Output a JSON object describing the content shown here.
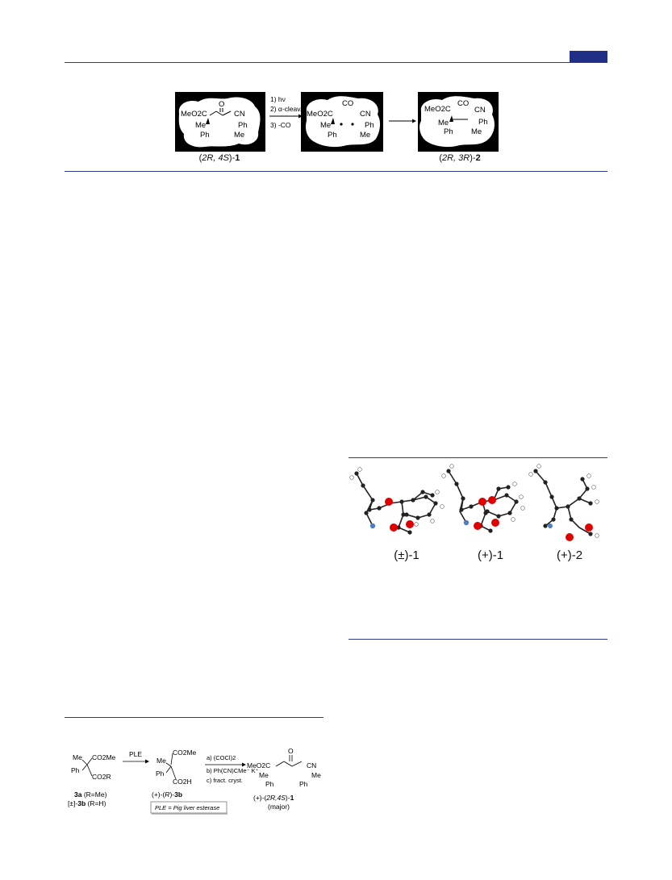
{
  "top_scheme": {
    "panel1": {
      "lines": [
        "MeO2C",
        "O",
        "CN",
        "Me",
        "Ph",
        "Ph",
        "Me"
      ]
    },
    "steps": [
      "1) hν",
      "2) α-cleav.",
      "3) -CO"
    ],
    "panel2": {
      "lines": [
        "CO",
        "MeO2C",
        "CN",
        "Me",
        "Ph",
        "Ph",
        "Me"
      ]
    },
    "panel3": {
      "lines": [
        "CO",
        "MeO2C",
        "CN",
        "Me",
        "Ph",
        "Ph",
        "Me"
      ]
    },
    "label1": {
      "pre": "(",
      "cfg": "2R, 4S",
      "post": ")-",
      "num": "1"
    },
    "label3": {
      "pre": "(",
      "cfg": "2R, 3R",
      "post": ")-",
      "num": "2"
    }
  },
  "xray": {
    "captions": [
      "(±)-1",
      "(+)-1",
      "(+)-2"
    ]
  },
  "bottom_scheme": {
    "start": {
      "l1": "Me",
      "l2": "CO2Me",
      "l3": "Ph",
      "l4": "CO2R",
      "cap1_num": "3a",
      "cap1_rest": " (R=Me)",
      "cap2_pre": "[±]-",
      "cap2_num": "3b",
      "cap2_rest": " (R=H)"
    },
    "enzyme_arrow": "PLE",
    "mid": {
      "l1": "CO2Me",
      "l2": "Me",
      "l3": "Ph",
      "l4": "CO2H",
      "cap_pre": "(+)-(",
      "cap_cfg": "R",
      "cap_post": ")-",
      "cap_num": "3b"
    },
    "reagents": [
      "a) (COCl)2",
      "b) Ph(CN)CMe⁻ K⁺",
      "c) fract. cryst."
    ],
    "note": "PLE = Pig liver esterase",
    "product": {
      "l1": "O",
      "l2": "MeO2C",
      "l3": "CN",
      "l4": "Me",
      "l5": "Me",
      "l6": "Ph",
      "l7": "Ph",
      "cap_pre": "(+)-(",
      "cap_cfg": "2R,4S",
      "cap_post": ")-",
      "cap_num": "1",
      "cap2": "(major)"
    }
  }
}
